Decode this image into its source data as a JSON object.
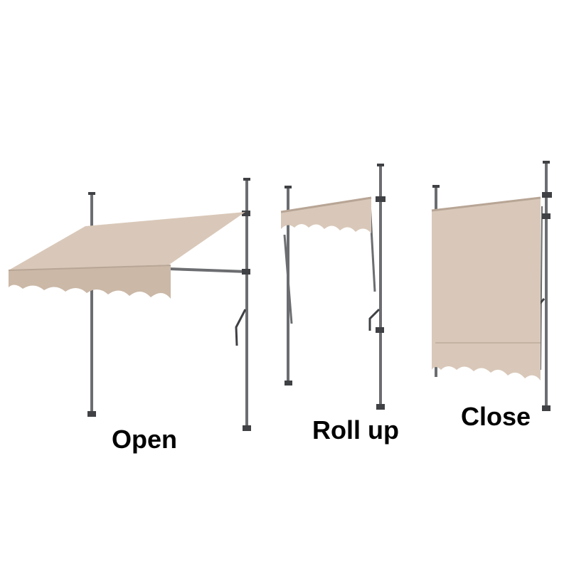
{
  "labels": {
    "open": "Open",
    "roll_up": "Roll up",
    "close": "Close"
  },
  "colors": {
    "fabric": "#d9c8b9",
    "fabric_shade": "#cbb8a7",
    "pole": "#6b6d70",
    "pole_dark": "#3f4144",
    "background": "#ffffff",
    "text": "#000000"
  }
}
